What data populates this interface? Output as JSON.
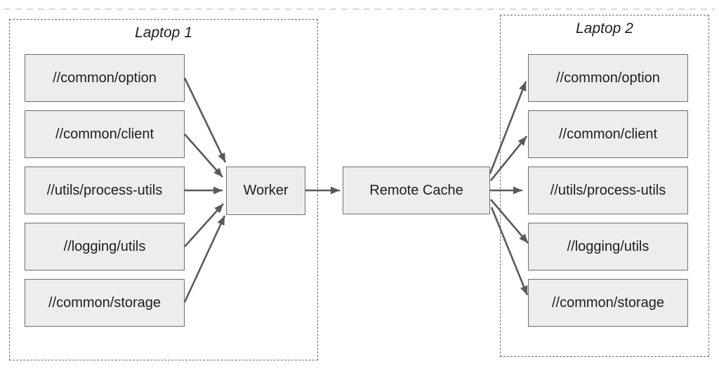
{
  "laptop1": {
    "title": "Laptop 1",
    "targets": [
      "//common/option",
      "//common/client",
      "//utils/process-utils",
      "//logging/utils",
      "//common/storage"
    ]
  },
  "worker": {
    "label": "Worker"
  },
  "remote_cache": {
    "label": "Remote Cache"
  },
  "laptop2": {
    "title": "Laptop 2",
    "targets": [
      "//common/option",
      "//common/client",
      "//utils/process-utils",
      "//logging/utils",
      "//common/storage"
    ]
  },
  "edges": [
    {
      "from": "Laptop 1 //common/option",
      "to": "Worker"
    },
    {
      "from": "Laptop 1 //common/client",
      "to": "Worker"
    },
    {
      "from": "Laptop 1 //utils/process-utils",
      "to": "Worker"
    },
    {
      "from": "Laptop 1 //logging/utils",
      "to": "Worker"
    },
    {
      "from": "Laptop 1 //common/storage",
      "to": "Worker"
    },
    {
      "from": "Worker",
      "to": "Remote Cache"
    },
    {
      "from": "Remote Cache",
      "to": "Laptop 2 //common/option"
    },
    {
      "from": "Remote Cache",
      "to": "Laptop 2 //common/client"
    },
    {
      "from": "Remote Cache",
      "to": "Laptop 2 //utils/process-utils"
    },
    {
      "from": "Remote Cache",
      "to": "Laptop 2 //logging/utils"
    },
    {
      "from": "Remote Cache",
      "to": "Laptop 2 //common/storage"
    }
  ],
  "colors": {
    "background": "#ffffff",
    "node_fill": "#ededed",
    "node_border": "#6e6e6e",
    "container_dash": "#6b6b6b",
    "arrow": "#5a5a5a",
    "text": "#1e1e1e",
    "cropped_line": "#d9d9d9"
  }
}
